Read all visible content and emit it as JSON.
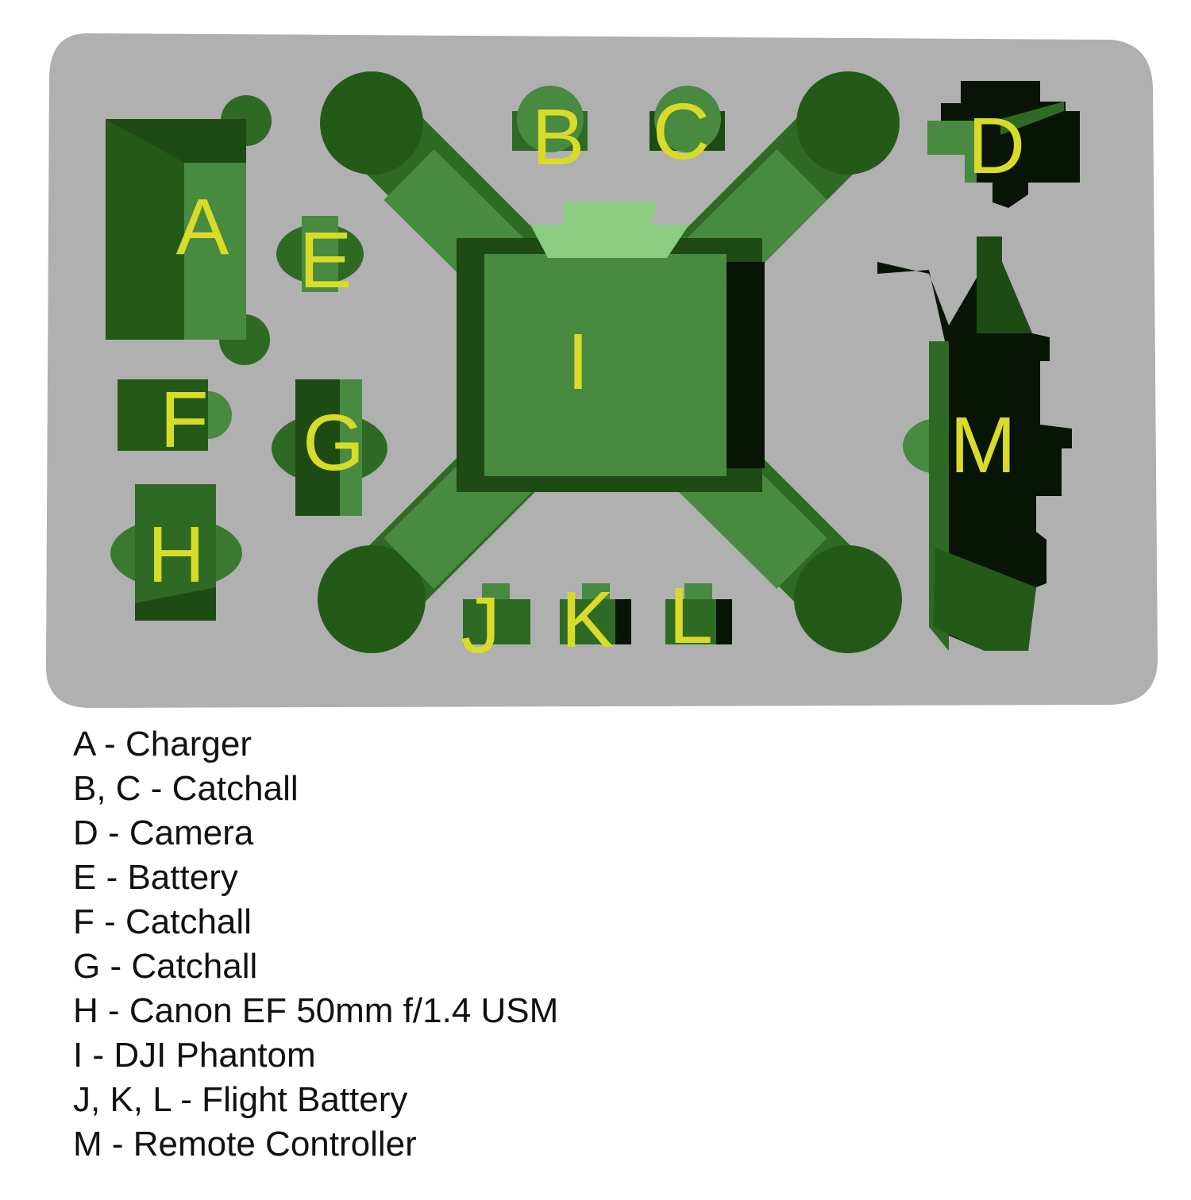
{
  "diagram": {
    "colors": {
      "foam": "#b0b0b0",
      "cutout": "#478a40",
      "cutout_dark": "#1e4a14",
      "shadow": "#081405",
      "label": "#d8dc28"
    },
    "cutout_labels": {
      "A": "A",
      "B": "B",
      "C": "C",
      "D": "D",
      "E": "E",
      "F": "F",
      "G": "G",
      "H": "H",
      "I": "I",
      "J": "J",
      "K": "K",
      "L": "L",
      "M": "M"
    }
  },
  "legend": [
    "A - Charger",
    "B, C - Catchall",
    "D - Camera",
    "E - Battery",
    "F - Catchall",
    "G - Catchall",
    "H - Canon EF 50mm f/1.4 USM",
    "I - DJI Phantom",
    "J, K, L - Flight Battery",
    "M - Remote Controller"
  ]
}
